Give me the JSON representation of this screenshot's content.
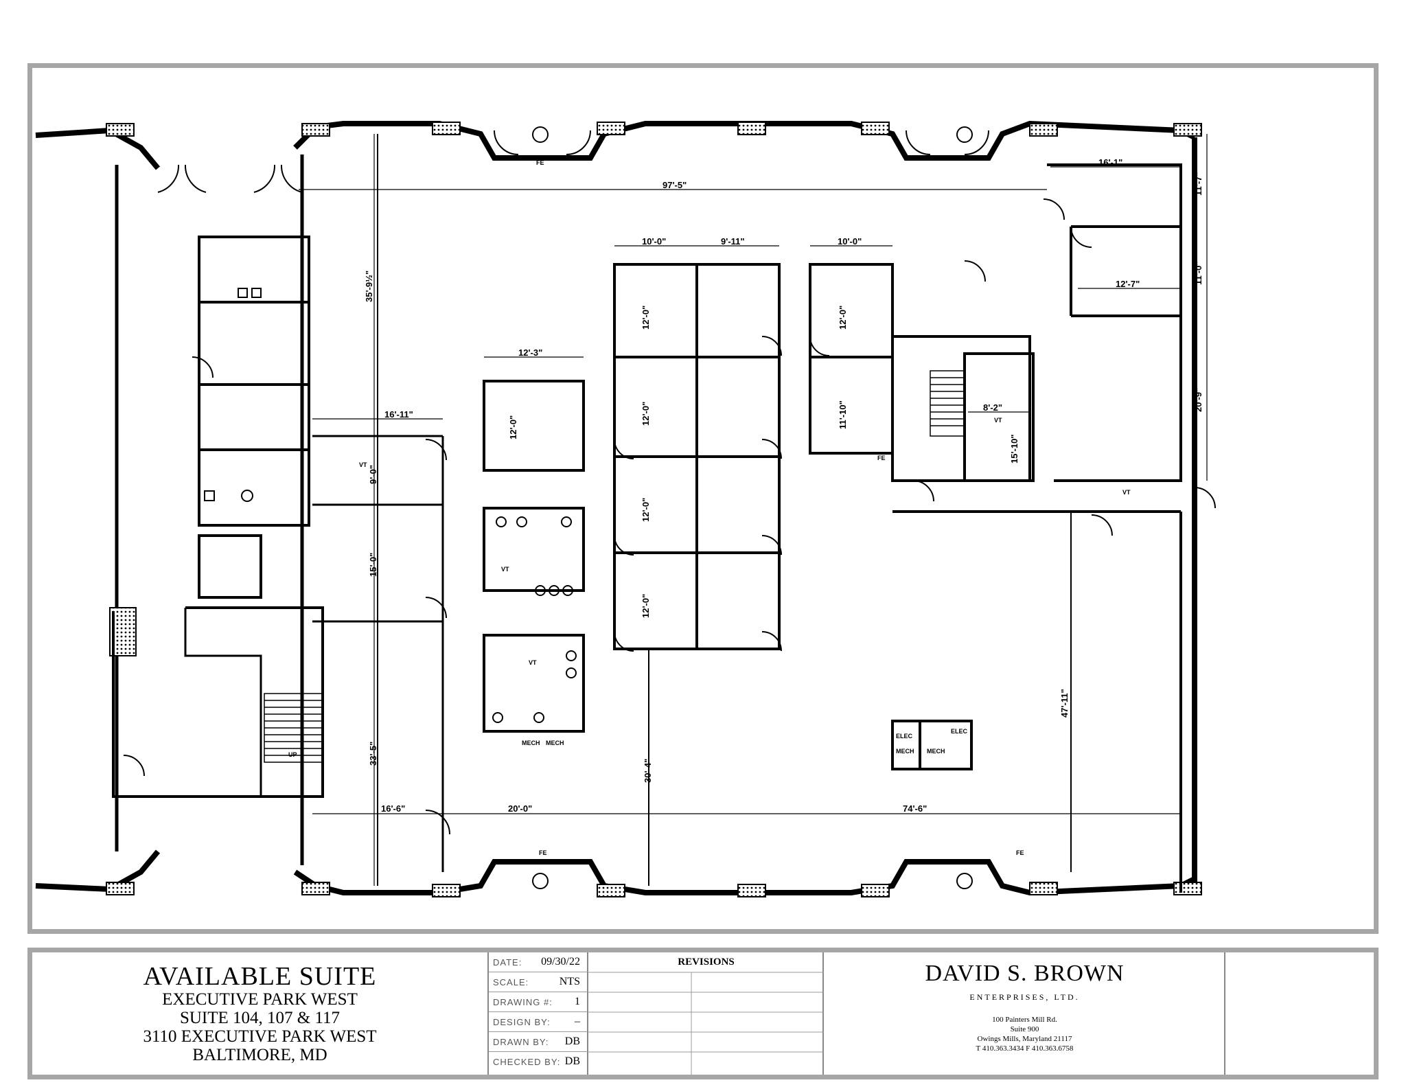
{
  "plan": {
    "dimensions": {
      "overall_width": "97'-5\"",
      "office_a_width": "10'-0\"",
      "office_b_width": "9'-11\"",
      "office_c_width": "10'-0\"",
      "right_top_width": "16'-1\"",
      "right_mid_width": "12'-7\"",
      "right_top_height": "11'-7\"",
      "right_mid_height": "11'-0\"",
      "right_low_height": "20'-9\"",
      "restroom_width": "12'-3\"",
      "restroom_height": "12'-0\"",
      "corridor_width": "16'-11\"",
      "left_top_height": "35'-9½\"",
      "left_room_height_1": "9'-0\"",
      "left_room_height_2": "15'-0\"",
      "left_room_height_3": "33'-5\"",
      "office_height_1": "12'-0\"",
      "office_height_2": "12'-0\"",
      "office_height_3": "12'-0\"",
      "office_height_4": "12'-0\"",
      "office_c_height": "12'-0\"",
      "office_d_height": "11'-10\"",
      "stair_room_width": "8'-2\"",
      "stair_room_height": "15'-10\"",
      "bottom_left_width": "16'-6\"",
      "bottom_mid_width": "20'-0\"",
      "bottom_right_width": "74'-6\"",
      "open_area_height": "47'-11\"",
      "middle_height": "30'-4\""
    },
    "labels": {
      "fe_top": "FE",
      "fe_bottom_left": "FE",
      "fe_bottom_right": "FE",
      "fe_stair": "FE",
      "vt_corridor": "VT",
      "vt_restroom_1": "VT",
      "vt_restroom_2": "VT",
      "vt_stair_room": "VT",
      "vt_right": "VT",
      "up_stair": "UP",
      "mech_1": "MECH",
      "mech_2": "MECH",
      "mech_3": "MECH",
      "mech_4": "MECH",
      "elec_1": "ELEC",
      "elec_2": "ELEC"
    }
  },
  "title_block": {
    "title": "AVAILABLE SUITE",
    "lines": [
      "EXECUTIVE PARK WEST",
      "SUITE 104, 107 & 117",
      "3110 EXECUTIVE PARK WEST",
      "BALTIMORE, MD"
    ],
    "info": [
      {
        "label": "DATE:",
        "value": "09/30/22"
      },
      {
        "label": "SCALE:",
        "value": "NTS"
      },
      {
        "label": "DRAWING #:",
        "value": "1"
      },
      {
        "label": "DESIGN BY:",
        "value": "–"
      },
      {
        "label": "DRAWN BY:",
        "value": "DB"
      },
      {
        "label": "CHECKED BY:",
        "value": "DB"
      }
    ],
    "revisions_title": "REVISIONS",
    "company": {
      "name": "DAVID S. BROWN",
      "subtitle": "ENTERPRISES, LTD.",
      "address": [
        "100 Painters Mill Rd.",
        "Suite 900",
        "Owings Mills, Maryland 21117",
        "T 410.363.3434 F 410.363.6758"
      ]
    }
  }
}
